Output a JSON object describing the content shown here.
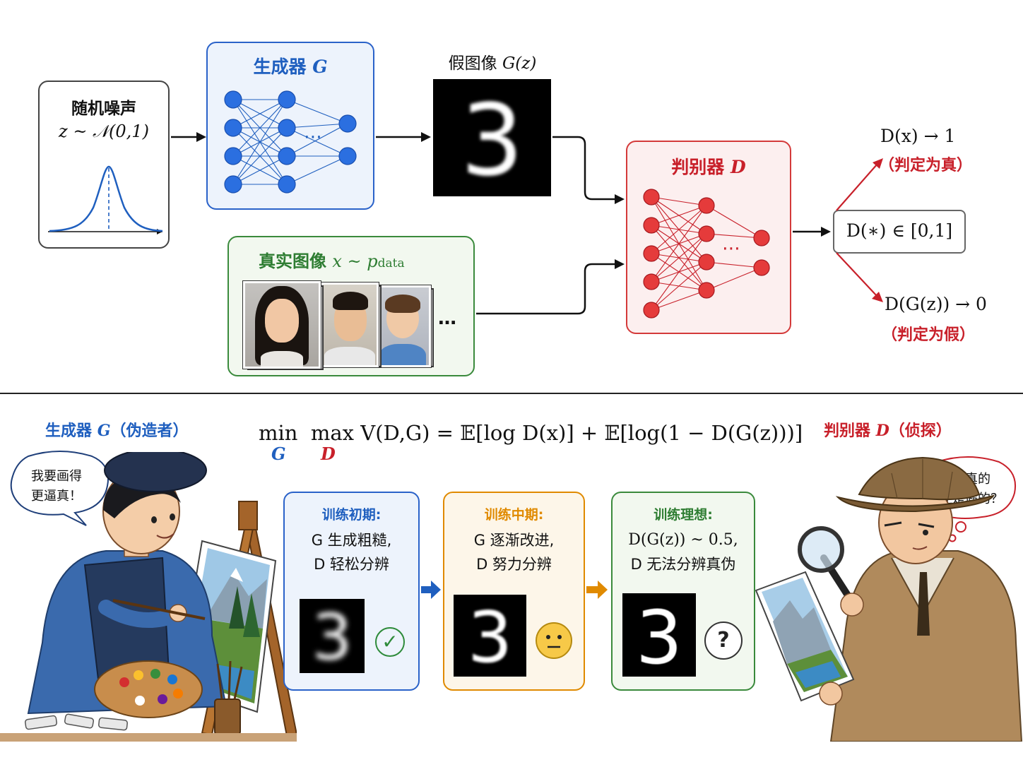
{
  "top": {
    "noise": {
      "title": "随机噪声",
      "formula": "z ~ 𝒩(0,1)"
    },
    "generator": {
      "title": "生成器",
      "symbol": "G"
    },
    "fake": {
      "title": "假图像",
      "formula": "G(z)",
      "digit": "3"
    },
    "real": {
      "title": "真实图像",
      "formula": "x ~ p",
      "sub": "data",
      "ellipsis": "…"
    },
    "discriminator": {
      "title": "判别器",
      "symbol": "D"
    },
    "output": {
      "value": "D(∗) ∈ [0,1]"
    },
    "real_out": {
      "formula": "D(x) → 1",
      "label": "（判定为真）"
    },
    "fake_out": {
      "formula": "D(G(z)) → 0",
      "label": "（判定为假）"
    },
    "ellipsis": "⋯"
  },
  "bottom": {
    "gen_label": {
      "prefix": "生成器",
      "symbol": "G",
      "suffix": "（伪造者）"
    },
    "disc_label": {
      "prefix": "判别器",
      "symbol": "D",
      "suffix": "（侦探）"
    },
    "objective": {
      "main": "min  max V(D,G) = 𝔼[log D(x)] + 𝔼[log(1 − D(G(z)))]",
      "sub_min": "G",
      "sub_max": "D"
    },
    "gen_speech": [
      "我要画得",
      "更逼真！"
    ],
    "disc_speech": [
      "这是真的",
      "还是假的？"
    ],
    "stages": [
      {
        "title": "训练初期:",
        "line1": "G 生成粗糙,",
        "line2": "D 轻松分辨",
        "digit": "3",
        "indicator": "✓"
      },
      {
        "title": "训练中期:",
        "line1": "G 逐渐改进,",
        "line2": "D 努力分辨",
        "digit": "3",
        "indicator": "😐"
      },
      {
        "title": "训练理想:",
        "line1": "D(G(z)) ~ 0.5,",
        "line2": "D 无法分辨真伪",
        "digit": "3",
        "indicator": "?"
      }
    ]
  },
  "colors": {
    "blue": "#1f5fbf",
    "red": "#c8202a",
    "green": "#2e7d32",
    "orange": "#e08a00"
  }
}
